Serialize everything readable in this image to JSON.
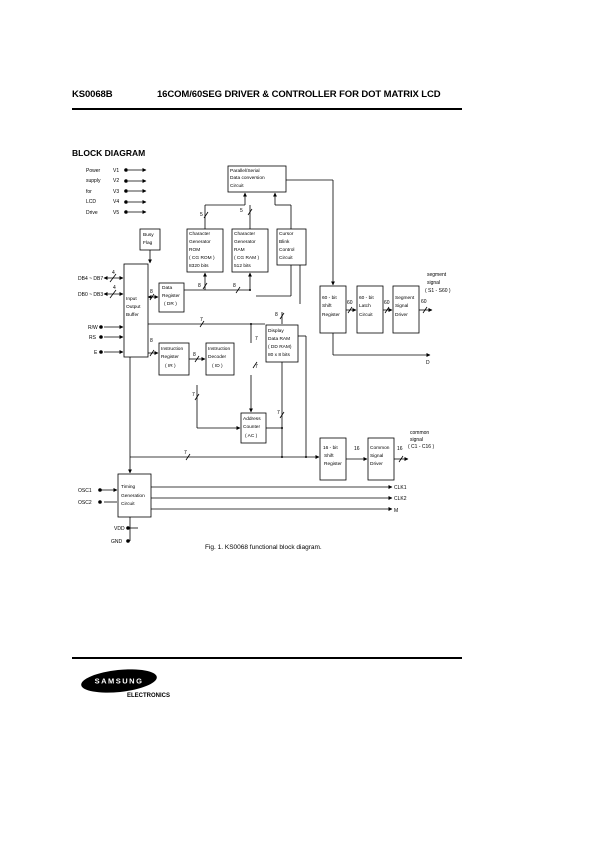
{
  "header": {
    "part_number": "KS0068B",
    "title": "16COM/60SEG DRIVER & CONTROLLER FOR DOT MATRIX LCD"
  },
  "section_title": "BLOCK DIAGRAM",
  "power": {
    "labels": [
      "Power",
      "supply",
      "for",
      "LCD",
      "Drive"
    ],
    "pins": [
      "V1",
      "V2",
      "V3",
      "V4",
      "V5"
    ]
  },
  "blocks": {
    "psc": [
      "Parallel/Serial",
      "Data  conversion",
      "Circuit"
    ],
    "busy": [
      "Busy",
      "Flag"
    ],
    "cgrom": [
      "Character",
      "Generator",
      "ROM",
      "( CG  ROM )",
      "8320  bits"
    ],
    "cgram": [
      "Character",
      "Generator",
      "RAM",
      "( CG  RAM )",
      "512  bits"
    ],
    "cursor": [
      "Cursor",
      "Blink",
      "Control",
      "Circuit"
    ],
    "iob": [
      "Input",
      "Output",
      "Buffer"
    ],
    "dr": [
      "Data",
      "Register",
      "( DR )"
    ],
    "ir": [
      "Instruction",
      "Register",
      "( IR )"
    ],
    "id": [
      "Instruction",
      "Decoder",
      "( ID )"
    ],
    "ddram": [
      "Display",
      "Data  RAM",
      "( DD  RAM)",
      "80 x  8  bits"
    ],
    "ac": [
      "Address",
      "Counter",
      "( AC )"
    ],
    "shift60": [
      "60 - bit",
      "Shift",
      "Register"
    ],
    "latch60": [
      "60 - bit",
      "Latch",
      "Circuit"
    ],
    "segdrv": [
      "Segment",
      "Signal",
      "Driver"
    ],
    "shift16": [
      "16 - bit",
      "Shift",
      "Register"
    ],
    "comdrv": [
      "Common",
      "Signal",
      "Driver"
    ],
    "tgc": [
      "Timing",
      "Generation",
      "Circuit"
    ]
  },
  "pins_left": {
    "db_high": "DB4 ~ DB7",
    "db_low": "DB0 ~ DB3",
    "rw": "R/W",
    "rs": "RS",
    "e": "E",
    "osc1": "OSC1",
    "osc2": "OSC2",
    "vdd": "VDD",
    "gnd": "GND"
  },
  "outputs": {
    "segment": [
      "segment",
      "signal",
      "( S1 - S60 )"
    ],
    "common": [
      "common",
      "signal",
      "( C1 - C16 )"
    ],
    "d": "D",
    "clk1": "CLK1",
    "clk2": "CLK2",
    "m": "M"
  },
  "bus_widths": {
    "psc_in_a": "5",
    "psc_in_b": "5",
    "db_high": "4",
    "db_low": "4",
    "iob_dr": "8",
    "iob_ir": "8",
    "dr_cgrom": "8",
    "dr_cgram": "8",
    "ir_id": "8",
    "ir_bus": "7",
    "ddram_in": "7",
    "ddram_out": "7",
    "ac_in": "7",
    "ac_ddram": "7",
    "ddram_to_dr": "8",
    "timing_bus": "7",
    "shift_latch": "60",
    "latch_drv": "60",
    "seg_out": "60",
    "shift16_com": "16",
    "com_out": "16"
  },
  "caption": "Fig.  1.  KS0068  functional  block  diagram.",
  "logo": {
    "brand": "SAMSUNG",
    "division": "ELECTRONICS"
  }
}
